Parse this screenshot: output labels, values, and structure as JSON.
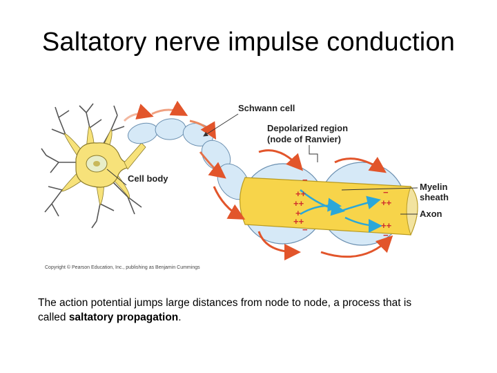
{
  "slide": {
    "title": "Saltatory nerve impulse conduction",
    "caption_prefix": "The action potential jumps large distances from node to node, a process that is called ",
    "caption_bold": "saltatory propagation",
    "caption_suffix": "."
  },
  "figure": {
    "labels": {
      "schwann_cell": "Schwann cell",
      "depolarized_line1": "Depolarized region",
      "depolarized_line2": "(node of Ranvier)",
      "cell_body": "Cell body",
      "myelin_line1": "Myelin",
      "myelin_line2": "sheath",
      "axon": "Axon"
    },
    "copyright": "Copyright © Pearson Education, Inc., publishing as Benjamin Cummings",
    "charges": {
      "plus": "+",
      "minus": "−",
      "double_plus": "++"
    },
    "colors": {
      "neuron_body": "#f7e27a",
      "myelin": "#d6e9f7",
      "axon": "#f7d44a",
      "current_arrow": "#2aa7d9",
      "conduction_arrow": "#e2552b",
      "charge": "#d0312d"
    }
  }
}
